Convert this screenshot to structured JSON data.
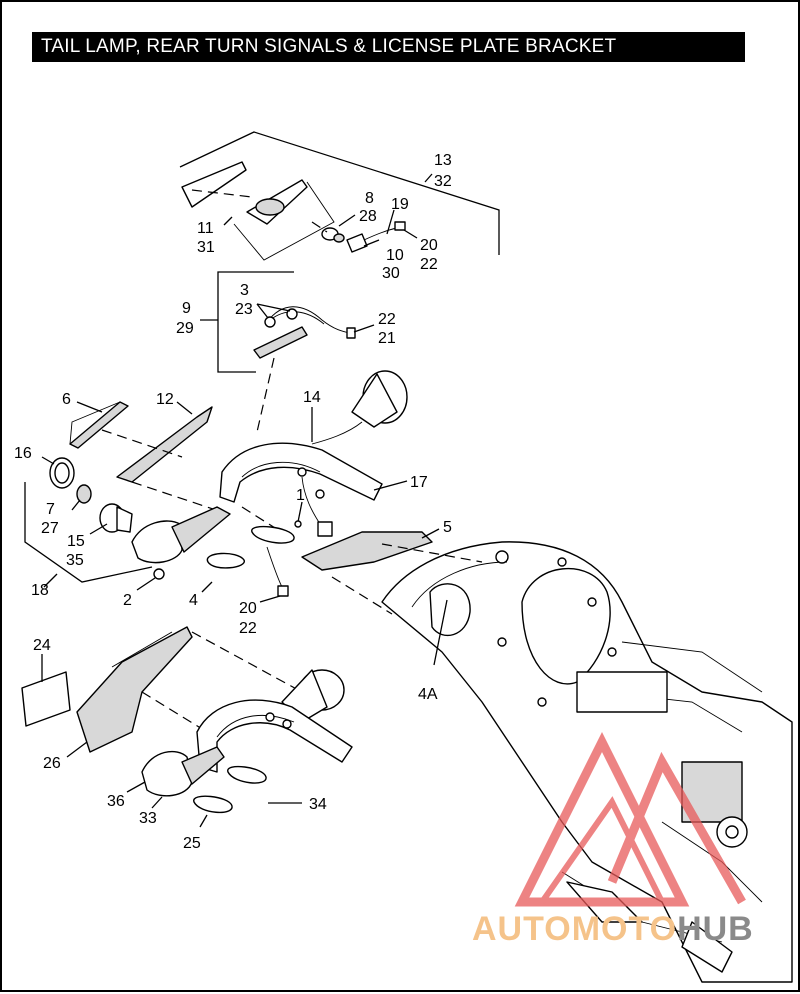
{
  "title": "TAIL LAMP, REAR TURN SIGNALS & LICENSE PLATE BRACKET",
  "watermark": {
    "part1": "AUTOMOTO",
    "part2": "HUB",
    "color1": "#f5c38a",
    "color2": "#8a8a8a",
    "triangle_color": "#e85a5a"
  },
  "labels": {
    "l1": "1",
    "l2": "2",
    "l3": "3",
    "l4": "4",
    "l4a": "4A",
    "l5": "5",
    "l6": "6",
    "l7": "7",
    "l8": "8",
    "l9": "9",
    "l10": "10",
    "l11": "11",
    "l12": "12",
    "l13": "13",
    "l14": "14",
    "l15": "15",
    "l16": "16",
    "l17": "17",
    "l18": "18",
    "l19": "19",
    "l20a": "20",
    "l20b": "20",
    "l21": "21",
    "l22a": "22",
    "l22b": "22",
    "l22c": "22",
    "l23": "23",
    "l24": "24",
    "l25": "25",
    "l26": "26",
    "l27": "27",
    "l28": "28",
    "l29": "29",
    "l30": "30",
    "l31": "31",
    "l32": "32",
    "l33": "33",
    "l34": "34",
    "l35": "35",
    "l36": "36"
  }
}
